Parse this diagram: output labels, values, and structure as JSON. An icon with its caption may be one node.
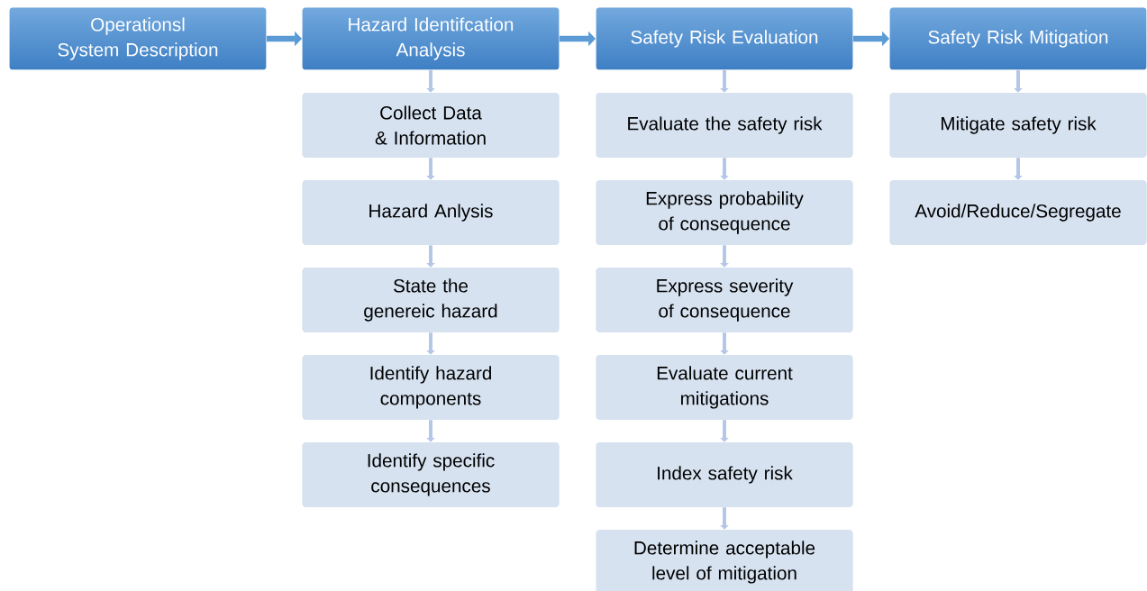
{
  "diagram": {
    "nodes": [
      {
        "text": [
          "Operationsl System Description"
        ]
      },
      {
        "text": [
          "Hazard Identifcation Analysis"
        ]
      },
      {
        "text": [
          "Safety Risk Evaluation"
        ]
      },
      {
        "text": [
          "Safety Risk Mitigation"
        ]
      },
      {
        "text": [
          "Collect Data & Information"
        ]
      },
      {
        "text": [
          "Hazard Anlysis"
        ]
      },
      {
        "text": [
          "State the genereic hazard"
        ]
      },
      {
        "text": [
          "Identify hazard components"
        ]
      },
      {
        "text": [
          "Identify specific consequences"
        ]
      },
      {
        "text": [
          "Evaluate the safety risk"
        ]
      },
      {
        "text": [
          "Express probability of consequence"
        ]
      },
      {
        "text": [
          "Express severity of consequence"
        ]
      },
      {
        "text": [
          "Evaluate current mitigations"
        ]
      },
      {
        "text": [
          "Index safety risk"
        ]
      },
      {
        "text": [
          "Determine acceptable level of mitigation"
        ]
      },
      {
        "text": [
          "Mitigate safety risk"
        ]
      },
      {
        "text": [
          "Avoid/Reduce/Segregate"
        ]
      }
    ],
    "edges": [
      {
        "from": 0,
        "to": 1,
        "arrow": "to"
      },
      {
        "from": 1,
        "to": 2,
        "arrow": "to"
      },
      {
        "from": 2,
        "to": 3,
        "arrow": "to"
      },
      {
        "from": 1,
        "to": 4,
        "arrow": "to"
      },
      {
        "from": 4,
        "to": 5,
        "arrow": "to"
      },
      {
        "from": 5,
        "to": 6,
        "arrow": "to"
      },
      {
        "from": 6,
        "to": 7,
        "arrow": "to"
      },
      {
        "from": 7,
        "to": 8,
        "arrow": "to"
      },
      {
        "from": 2,
        "to": 9,
        "arrow": "to"
      },
      {
        "from": 9,
        "to": 10,
        "arrow": "to"
      },
      {
        "from": 10,
        "to": 11,
        "arrow": "to"
      },
      {
        "from": 11,
        "to": 12,
        "arrow": "to"
      },
      {
        "from": 12,
        "to": 13,
        "arrow": "to"
      },
      {
        "from": 13,
        "to": 14,
        "arrow": "to"
      },
      {
        "from": 3,
        "to": 15,
        "arrow": "to"
      },
      {
        "from": 15,
        "to": 16,
        "arrow": "to"
      }
    ]
  }
}
